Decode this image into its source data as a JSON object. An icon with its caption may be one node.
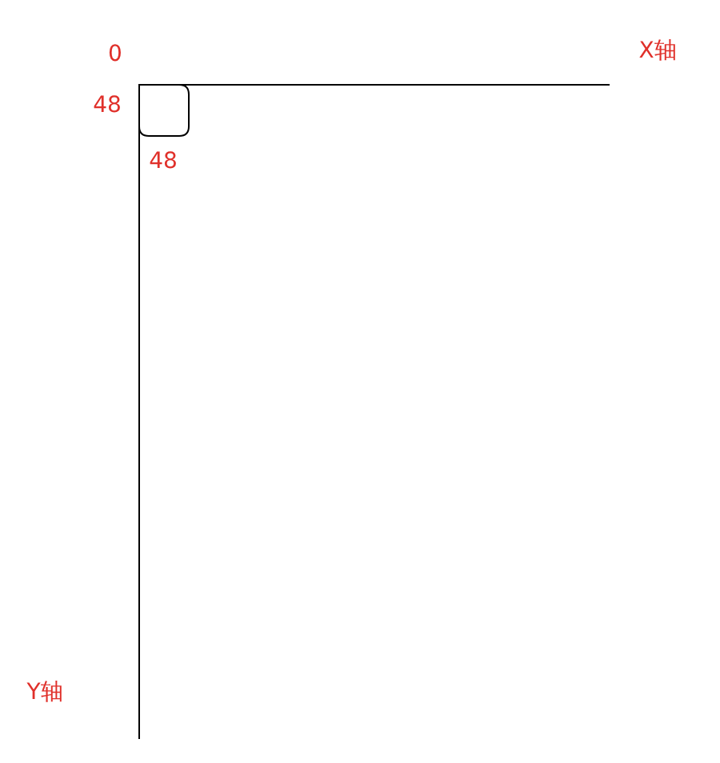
{
  "diagram": {
    "labels": [
      "0",
      "X轴",
      "48",
      "48",
      "Y轴"
    ]
  }
}
